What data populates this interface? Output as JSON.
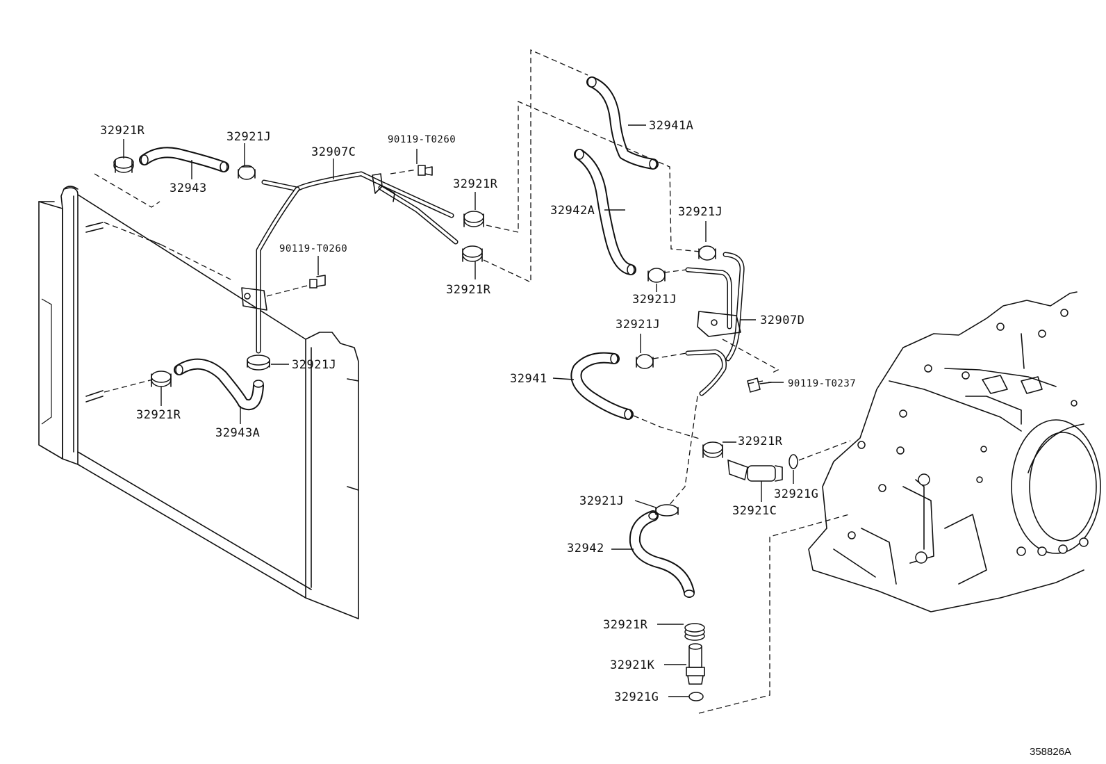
{
  "labels": {
    "clamp_r_top_left": "32921R",
    "hose_32943": "32943",
    "clamp_j_top": "32921J",
    "pipe_c": "32907C",
    "bolt_top": "90119-T0260",
    "clamp_r_upper_mid": "32921R",
    "clamp_r_lower_mid": "32921R",
    "bolt_mid": "90119-T0260",
    "clamp_j_left": "32921J",
    "clamp_r_left_lower": "32921R",
    "hose_32943a": "32943A",
    "hose_32941a": "32941A",
    "hose_32942a": "32942A",
    "clamp_j_right_upper": "32921J",
    "clamp_j_right_mid": "32921J",
    "pipe_d": "32907D",
    "clamp_j_right_lower": "32921J",
    "hose_32941": "32941",
    "bolt_right": "90119-T0237",
    "clamp_r_right": "32921R",
    "gasket_g_right": "32921G",
    "union_c": "32921C",
    "clamp_j_bottom": "32921J",
    "hose_32942": "32942",
    "clamp_r_bottom": "32921R",
    "union_k": "32921K",
    "gasket_g_bottom": "32921G"
  },
  "figure_id": "358826A"
}
